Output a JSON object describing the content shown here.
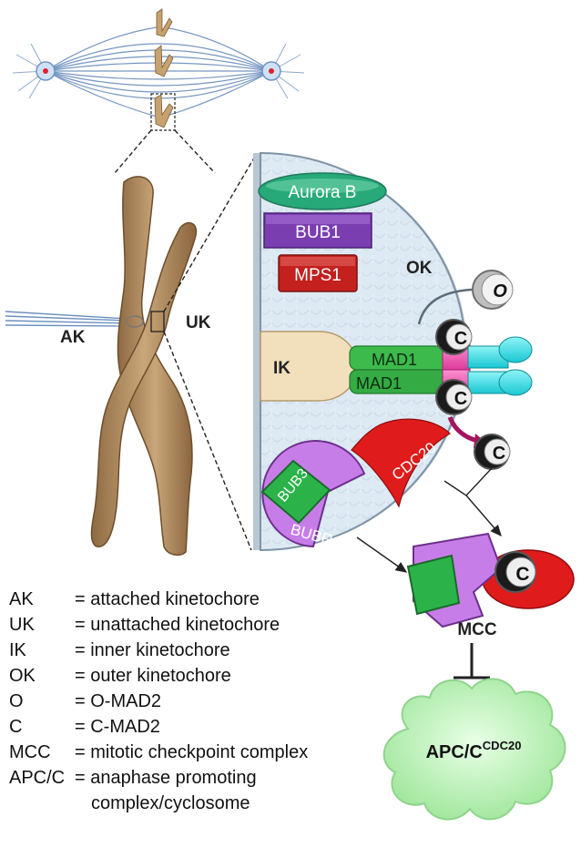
{
  "labels": {
    "ak": "AK",
    "uk": "UK",
    "ok": "OK",
    "ik": "IK",
    "mcc": "MCC",
    "apc_main": "APC/C",
    "apc_sup": "CDC20"
  },
  "proteins": {
    "aurora_b": "Aurora B",
    "bub1": "BUB1",
    "mps1": "MPS1",
    "mad1_top": "MAD1",
    "mad1_bottom": "MAD1",
    "cdc20": "CDC20",
    "bub3": "BUB3",
    "bubr1": "BUBR1",
    "o_mad2": "O",
    "c_mad2_a": "C",
    "c_mad2_b": "C",
    "c_mad2_free": "C",
    "c_mad2_mcc": "C"
  },
  "legend": [
    {
      "abbr": "AK",
      "def": "= attached kinetochore"
    },
    {
      "abbr": "UK",
      "def": "= unattached kinetochore"
    },
    {
      "abbr": "IK",
      "def": "= inner kinetochore"
    },
    {
      "abbr": "OK",
      "def": "= outer kinetochore"
    },
    {
      "abbr": "O",
      "def": "= O-MAD2"
    },
    {
      "abbr": "C",
      "def": "= C-MAD2"
    },
    {
      "abbr": "MCC",
      "def": "= mitotic checkpoint complex"
    },
    {
      "abbr": "APC/C",
      "def": "= anaphase promoting"
    }
  ],
  "legend_continuation": "complex/cyclosome",
  "colors": {
    "aurora_b": "#27a97a",
    "bub1": "#7a3eb1",
    "mps1": "#c3201e",
    "mad1": "#3dba4c",
    "cdc20": "#e01b1b",
    "bub3": "#2bb34a",
    "bubr1": "#c77de8",
    "apc_cloud": "#b6f0b4",
    "chromosome": "#b08a5e",
    "kinetochore_bg": "#dbe8f2"
  }
}
